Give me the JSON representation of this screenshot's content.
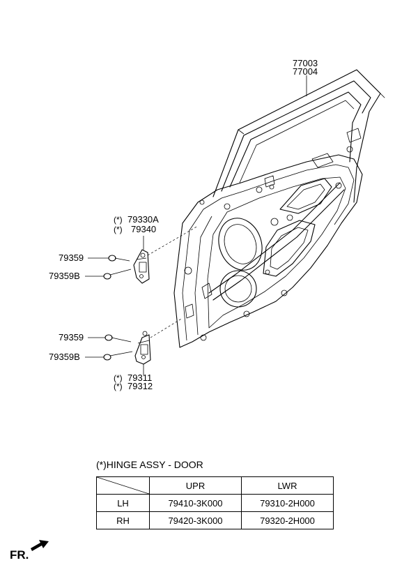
{
  "callouts": {
    "door_panel_1": "77003",
    "door_panel_2": "77004",
    "upper_hinge_1": "79330A",
    "upper_hinge_2": "79340",
    "upper_bolt": "79359",
    "upper_bolt_b": "79359B",
    "lower_bolt": "79359",
    "lower_bolt_b": "79359B",
    "lower_hinge_1": "79311",
    "lower_hinge_2": "79312",
    "asterisk_marker": "(*)"
  },
  "legend": {
    "caption": "(*)HINGE ASSY - DOOR",
    "columns": [
      "UPR",
      "LWR"
    ],
    "rows": [
      {
        "side": "LH",
        "upr": "79410-3K000",
        "lwr": "79310-2H000"
      },
      {
        "side": "RH",
        "upr": "79420-3K000",
        "lwr": "79320-2H000"
      }
    ]
  },
  "direction": {
    "label": "FR."
  }
}
